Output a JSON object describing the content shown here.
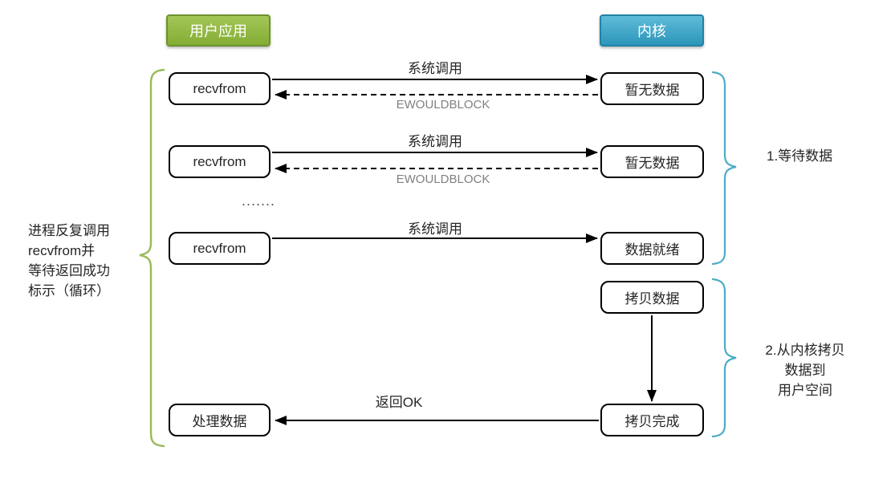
{
  "diagram": {
    "headers": {
      "user_app": "用户应用",
      "kernel": "内核"
    },
    "left_note": {
      "line1": "进程反复调用",
      "line2": "recvfrom并",
      "line3": "等待返回成功",
      "line4": "标示（循环）"
    },
    "boxes": {
      "recvfrom_1": "recvfrom",
      "recvfrom_2": "recvfrom",
      "recvfrom_3": "recvfrom",
      "process_data": "处理数据",
      "no_data_1": "暂无数据",
      "no_data_2": "暂无数据",
      "data_ready": "数据就绪",
      "copy_data": "拷贝数据",
      "copy_done": "拷贝完成"
    },
    "arrow_labels": {
      "syscall_1": "系统调用",
      "ewouldblock_1": "EWOULDBLOCK",
      "syscall_2": "系统调用",
      "ewouldblock_2": "EWOULDBLOCK",
      "syscall_3": "系统调用",
      "return_ok": "返回OK"
    },
    "ellipsis": ".......",
    "phase_labels": {
      "phase1": "1.等待数据",
      "phase2_line1": "2.从内核拷贝",
      "phase2_line2": "数据到",
      "phase2_line3": "用户空间"
    },
    "colors": {
      "user_app_fill": "#8fb83e",
      "user_app_border": "#6d9130",
      "kernel_fill": "#35a2c6",
      "kernel_border": "#2282a4",
      "left_brace": "#9bbb59",
      "right_brace": "#4bacc6",
      "gray_label": "#808080",
      "box_border": "#000000"
    }
  }
}
